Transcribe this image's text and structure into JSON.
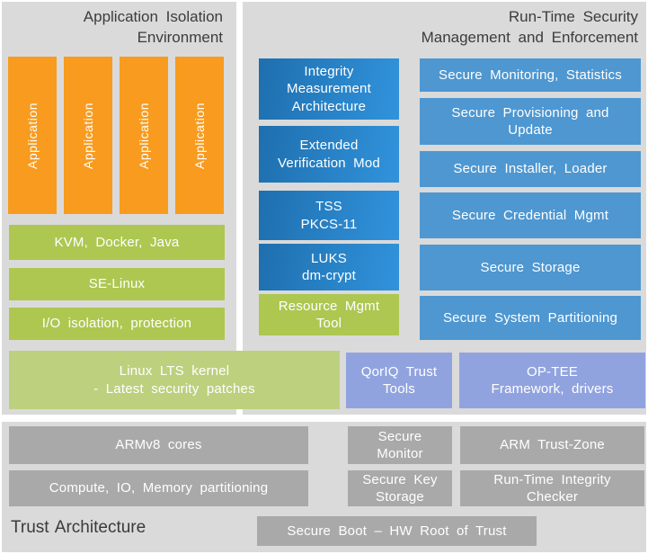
{
  "left_panel": {
    "title": "Application Isolation\nEnvironment",
    "apps": [
      "Application",
      "Application",
      "Application",
      "Application"
    ],
    "layers": {
      "virtualization": "KVM, Docker, Java",
      "selinux": "SE-Linux",
      "io_isolation": "I/O isolation, protection"
    }
  },
  "kernel_box": {
    "label": "Linux LTS kernel\n- Latest security patches"
  },
  "right_panel": {
    "title": "Run-Time Security\nManagement and Enforcement",
    "middle_stack": {
      "ima": "Integrity\nMeasurement\nArchitecture",
      "evm": "Extended\nVerification Mod",
      "tss": "TSS\nPKCS-11",
      "luks": "LUKS\ndm-crypt",
      "resource": "Resource Mgmt\nTool"
    },
    "secure_stack": {
      "monitoring": "Secure Monitoring, Statistics",
      "provisioning": "Secure Provisioning and\nUpdate",
      "installer": "Secure Installer, Loader",
      "credential": "Secure Credential Mgmt",
      "storage": "Secure Storage",
      "partitioning": "Secure System Partitioning"
    },
    "tee_boxes": {
      "qoriq": "QorIQ Trust\nTools",
      "optee": "OP-TEE\nFramework, drivers"
    }
  },
  "trust_panel": {
    "label": "Trust Architecture",
    "armv8": "ARMv8 cores",
    "compute": "Compute, IO, Memory partitioning",
    "secure_monitor": "Secure\nMonitor",
    "trust_zone": "ARM Trust-Zone",
    "key_storage": "Secure Key\nStorage",
    "integrity_checker": "Run-Time Integrity\nChecker",
    "secure_boot": "Secure Boot – HW Root of Trust"
  },
  "colors": {
    "orange": "#f89b1e",
    "green": "#adc751",
    "light_green": "#bdd07e",
    "gradient_blue_dark": "#1e6fae",
    "gradient_blue_light": "#3193dc",
    "flat_blue": "#4e97d1",
    "purple_blue": "#91a3df",
    "gray_box": "#a9a9a9",
    "panel_background": "#dadada",
    "title_text": "#3c3c3c"
  }
}
